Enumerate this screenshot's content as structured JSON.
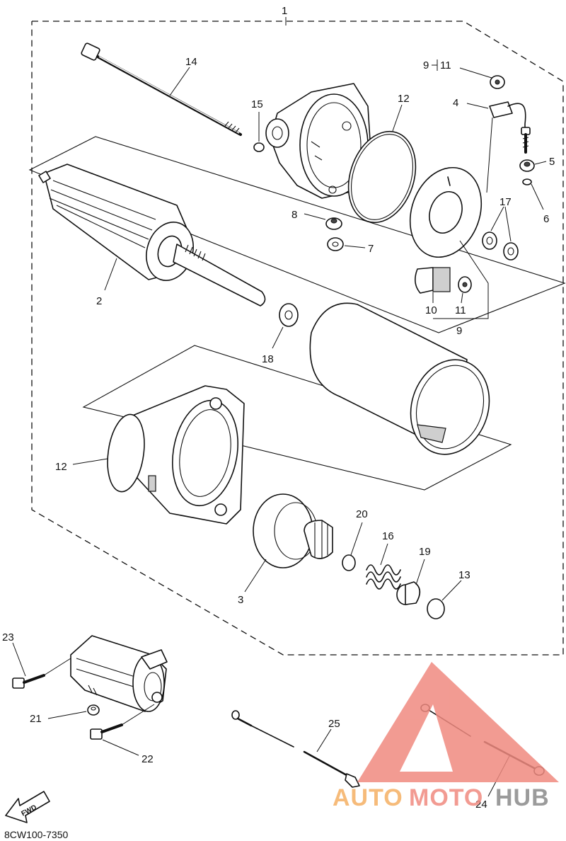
{
  "assembly_number": "1",
  "diagram_code": "8CW100-7350",
  "fwd_label": "FWD",
  "labels": {
    "p2": "2",
    "p3": "3",
    "p4": "4",
    "p5": "5",
    "p6": "6",
    "p7": "7",
    "p8": "8",
    "p9_range": "9",
    "p9_range_to": "11",
    "p9": "9",
    "p10": "10",
    "p11_upper": "11",
    "p11_lower": "11",
    "p12_upper": "12",
    "p12_lower": "12",
    "p13": "13",
    "p14": "14",
    "p15": "15",
    "p16": "16",
    "p17": "17",
    "p18": "18",
    "p19": "19",
    "p20": "20",
    "p21": "21",
    "p22": "22",
    "p23": "23",
    "p24": "24",
    "p25": "25"
  },
  "watermark": {
    "text_auto": "AUTO",
    "text_moto": "MOTO",
    "text_hub": "HUB",
    "color_red": "#f08a80",
    "color_orange": "#f5b063",
    "color_gray": "#8a8a8a"
  }
}
